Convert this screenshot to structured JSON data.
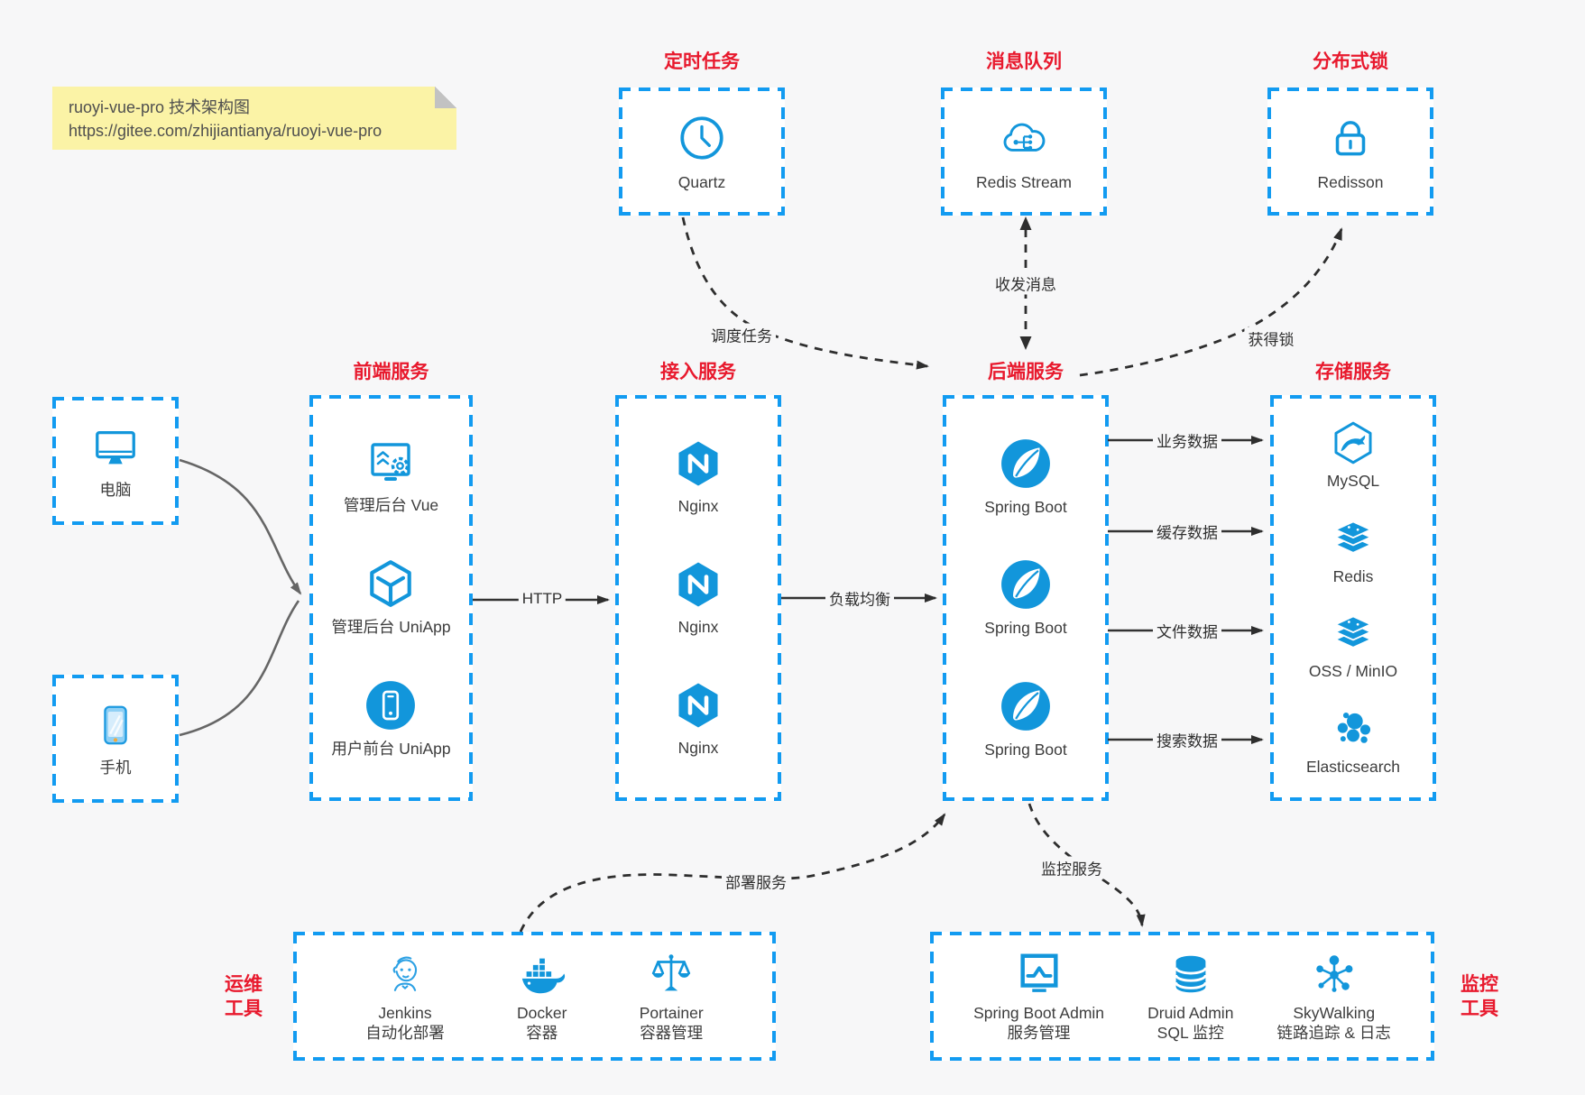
{
  "note": {
    "title": "ruoyi-vue-pro 技术架构图",
    "url": "https://gitee.com/zhijiantianya/ruoyi-vue-pro"
  },
  "top_groups": [
    {
      "title": "定时任务",
      "item": {
        "icon": "clock-icon",
        "label": "Quartz"
      }
    },
    {
      "title": "消息队列",
      "item": {
        "icon": "redis-stream-icon",
        "label": "Redis Stream"
      }
    },
    {
      "title": "分布式锁",
      "item": {
        "icon": "lock-icon",
        "label": "Redisson"
      }
    }
  ],
  "clients": [
    {
      "icon": "desktop-icon",
      "label": "电脑"
    },
    {
      "icon": "mobile-icon",
      "label": "手机"
    }
  ],
  "columns": [
    {
      "title": "前端服务",
      "items": [
        {
          "label": "管理后台 Vue"
        },
        {
          "label": "管理后台 UniApp"
        },
        {
          "label": "用户前台 UniApp"
        }
      ]
    },
    {
      "title": "接入服务",
      "items": [
        {
          "label": "Nginx"
        },
        {
          "label": "Nginx"
        },
        {
          "label": "Nginx"
        }
      ]
    },
    {
      "title": "后端服务",
      "items": [
        {
          "label": "Spring Boot"
        },
        {
          "label": "Spring Boot"
        },
        {
          "label": "Spring Boot"
        }
      ]
    },
    {
      "title": "存储服务",
      "items": [
        {
          "label": "MySQL"
        },
        {
          "label": "Redis"
        },
        {
          "label": "OSS / MinIO"
        },
        {
          "label": "Elasticsearch"
        }
      ]
    }
  ],
  "bottom_groups": [
    {
      "side_label": [
        "运维",
        "工具"
      ],
      "items": [
        {
          "label": "Jenkins",
          "sub": "自动化部署"
        },
        {
          "label": "Docker",
          "sub": "容器"
        },
        {
          "label": "Portainer",
          "sub": "容器管理"
        }
      ]
    },
    {
      "side_label": [
        "监控",
        "工具"
      ],
      "items": [
        {
          "label": "Spring Boot Admin",
          "sub": "服务管理"
        },
        {
          "label": "Druid Admin",
          "sub": "SQL 监控"
        },
        {
          "label": "SkyWalking",
          "sub": "链路追踪 & 日志"
        }
      ]
    }
  ],
  "edges": {
    "http": "HTTP",
    "load_balance": "负载均衡",
    "business_data": "业务数据",
    "cache_data": "缓存数据",
    "file_data": "文件数据",
    "search_data": "搜索数据",
    "schedule_task": "调度任务",
    "send_receive_message": "收发消息",
    "acquire_lock": "获得锁",
    "deploy_service": "部署服务",
    "monitor_service": "监控服务"
  },
  "colors": {
    "accent_blue": "#1296db",
    "border_blue": "#129bf1",
    "title_red": "#e8192d",
    "background": "#f7f7f8",
    "note_yellow": "#fbf3a6"
  }
}
